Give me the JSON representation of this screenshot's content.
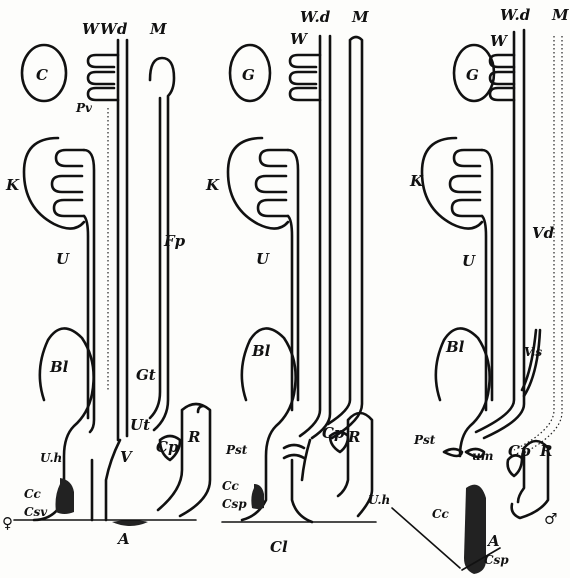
{
  "figure": {
    "left": {
      "gonad": "C",
      "wolffian": "W",
      "wolffian_duct": "Wd",
      "mullerian": "M",
      "paroophoron": "Pv",
      "kidney": "K",
      "ureter": "U",
      "fallopian": "Fp",
      "bladder": "Bl",
      "gartner": "Gt",
      "uterus": "Ut",
      "urethra": "U.h'",
      "vagina": "V",
      "cloaca_part": "Cp",
      "rectum": "R",
      "corpus": "Cc",
      "csv": "Csv",
      "sex": "♀",
      "anus": "A"
    },
    "middle": {
      "wolffian_duct": "W.d",
      "mullerian": "M",
      "gonad": "G",
      "wolffian": "W",
      "kidney": "K",
      "ureter": "U",
      "bladder": "Bl",
      "prostate": "Pst",
      "cloaca_part": "Cp",
      "rectum": "R",
      "corpus": "Cc",
      "csp": "Csp",
      "cloaca": "Cl"
    },
    "right": {
      "wolffian_duct": "W.d",
      "mullerian": "M",
      "wolffian": "W",
      "gonad": "G",
      "kidney": "K",
      "ureter": "U",
      "vas_deferens": "Vd",
      "bladder": "Bl",
      "vesicula": "V.s",
      "prostate": "Pst",
      "um": "um",
      "cloaca_part": "Cp",
      "rectum": "R",
      "urethra": "U.h",
      "corpus": "Cc",
      "anus": "A",
      "csp": "Csp",
      "sex": "♂"
    }
  }
}
